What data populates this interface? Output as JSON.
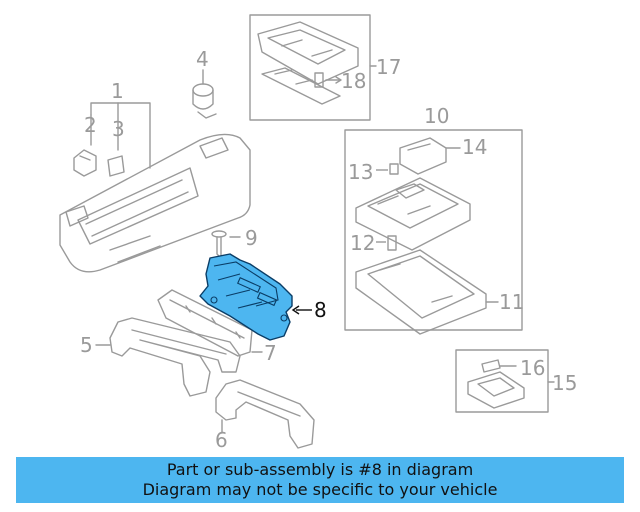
{
  "callouts": {
    "c1": "1",
    "c2": "2",
    "c3": "3",
    "c4": "4",
    "c5": "5",
    "c6": "6",
    "c7": "7",
    "c8": "8",
    "c9": "9",
    "c10": "10",
    "c11": "11",
    "c12": "12",
    "c13": "13",
    "c14": "14",
    "c15": "15",
    "c16": "16",
    "c17": "17",
    "c18": "18"
  },
  "highlighted_part": "8",
  "colors": {
    "highlight": "#4db6f0",
    "line": "#9a9a9a",
    "active": "#111111"
  },
  "banner": {
    "line1": "Part or sub-assembly is #8 in diagram",
    "line2": "Diagram may not be specific to your vehicle"
  }
}
